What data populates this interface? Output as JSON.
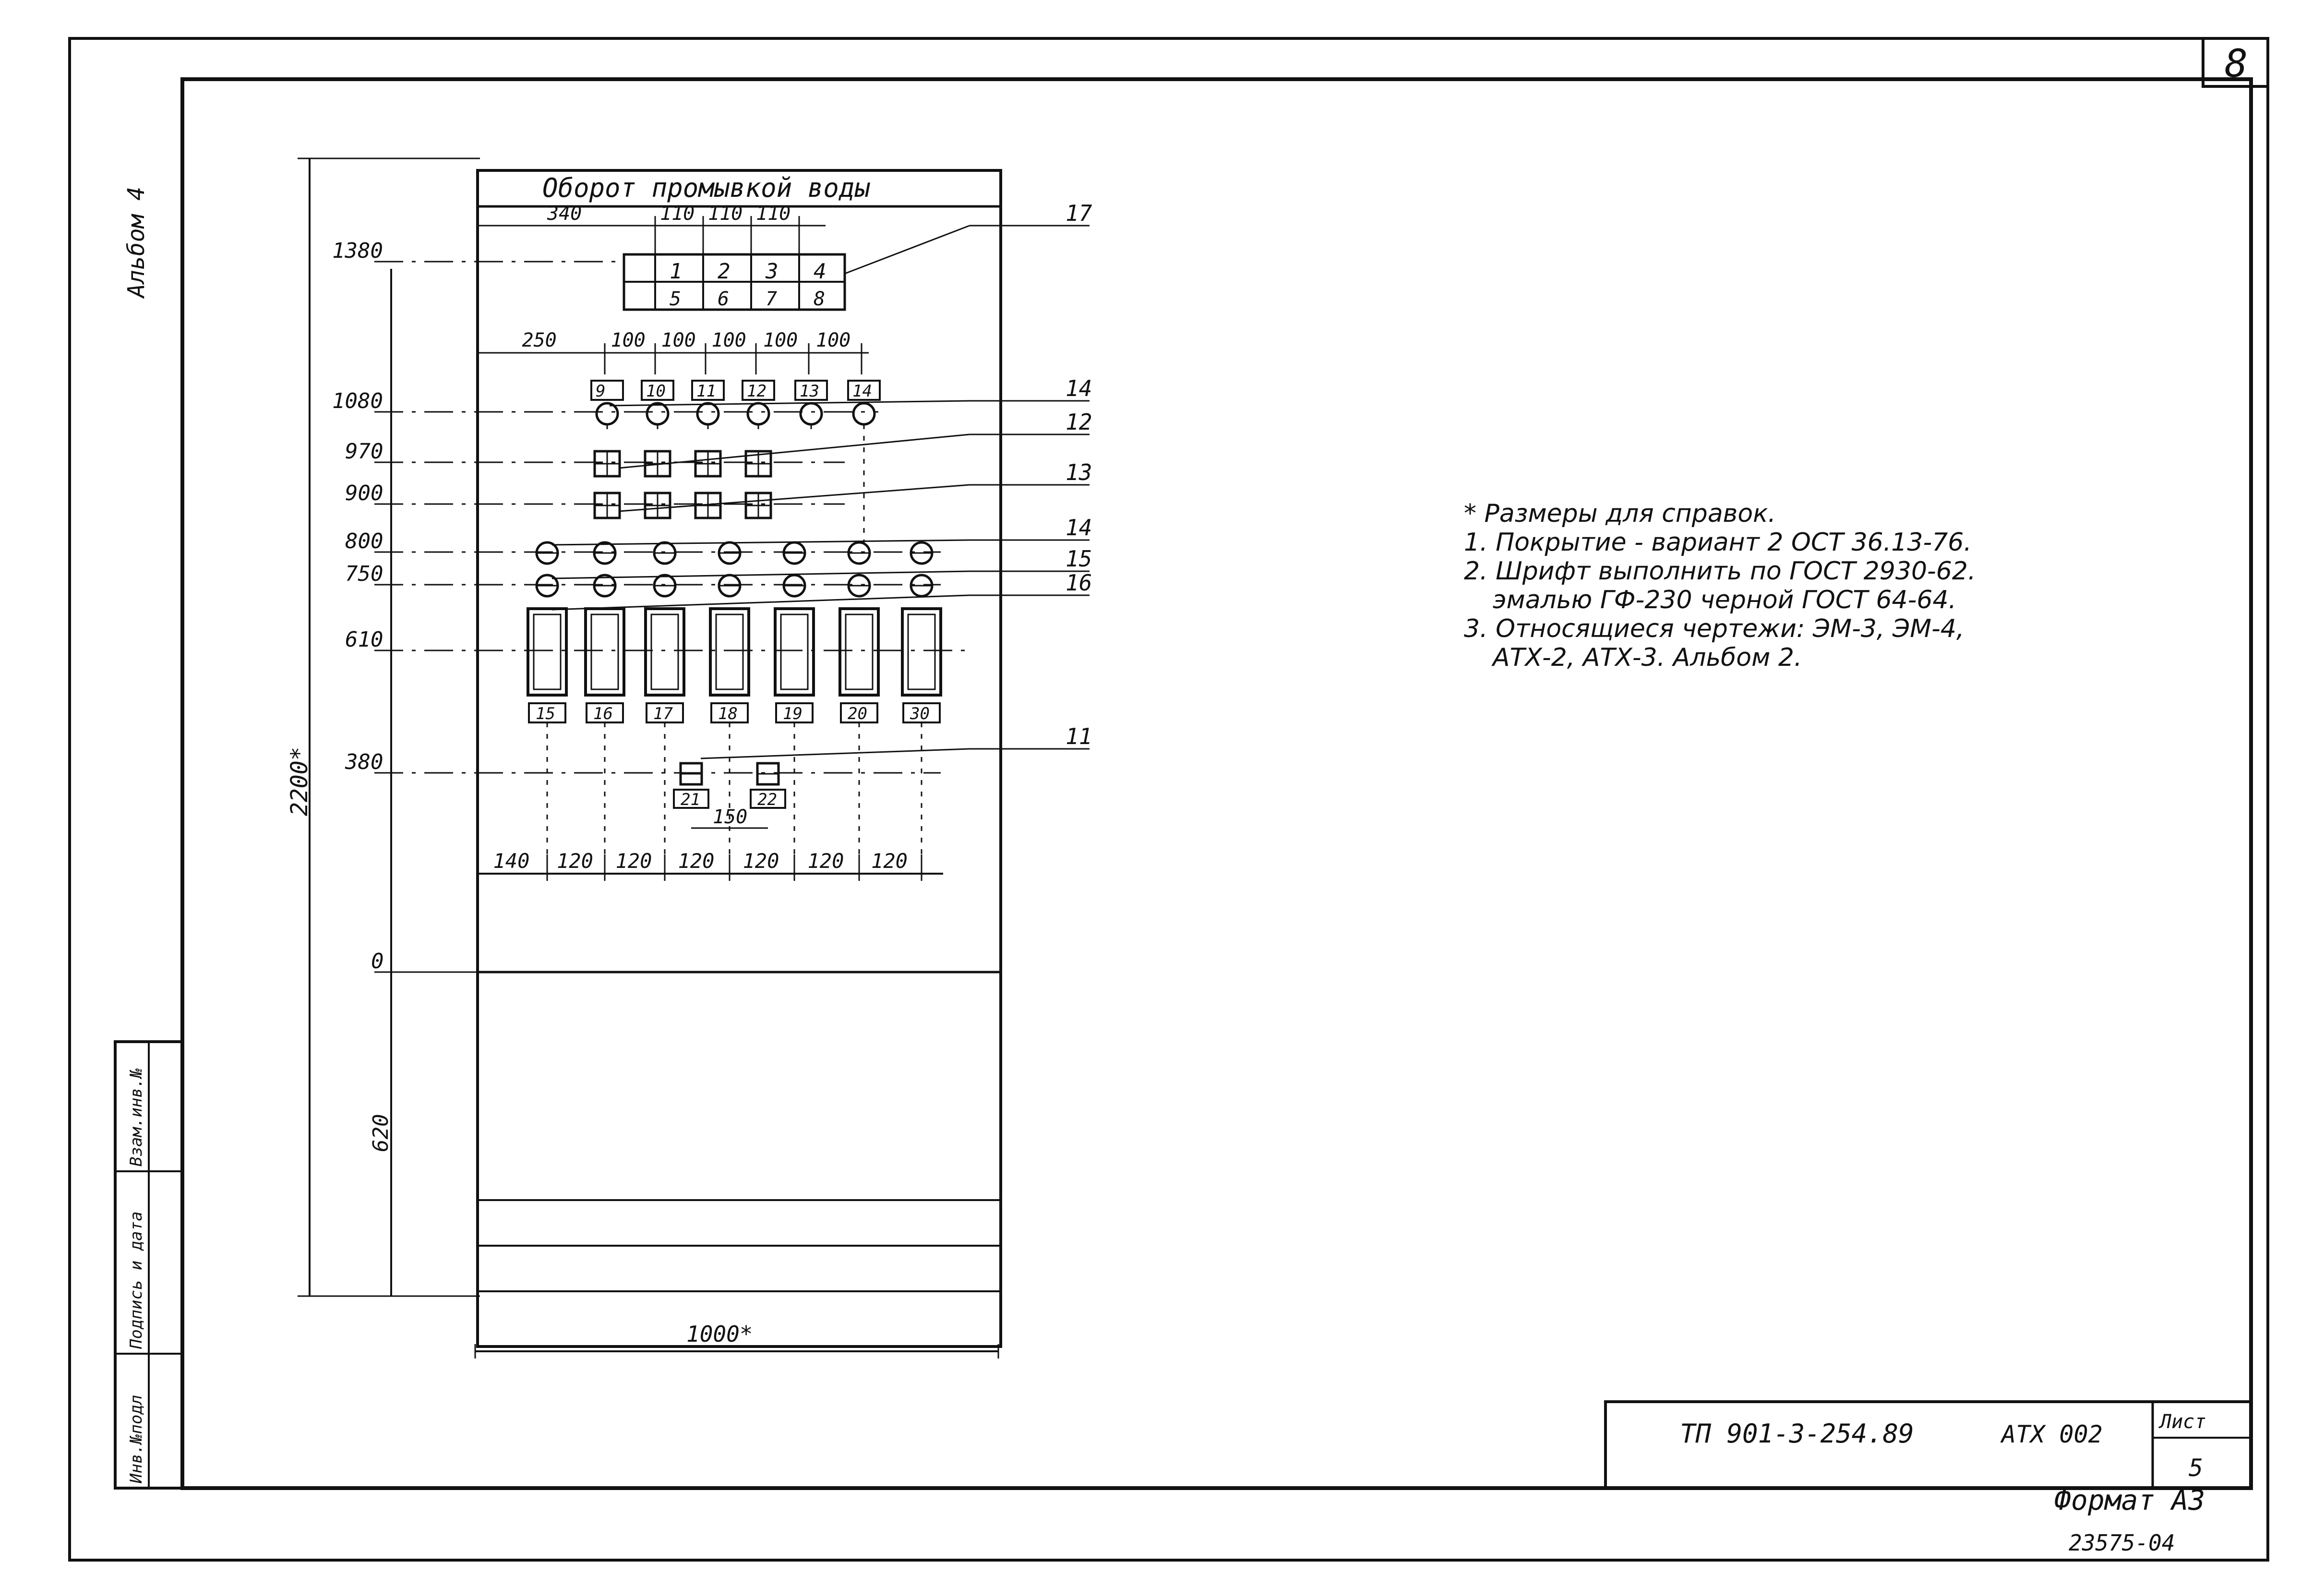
{
  "sheet_number": "8",
  "album_label": "Альбом 4",
  "panel": {
    "title": "Оборот промывкой воды",
    "top_dims": [
      "340",
      "110",
      "110",
      "110"
    ],
    "terminal_top": [
      "1",
      "2",
      "3",
      "4"
    ],
    "terminal_bottom": [
      "5",
      "6",
      "7",
      "8"
    ],
    "mid_dims": [
      "250",
      "100",
      "100",
      "100",
      "100",
      "100"
    ],
    "tag_row1": [
      "9",
      "10",
      "11",
      "12",
      "13",
      "14"
    ],
    "tag_row2": [
      "15",
      "16",
      "17",
      "18",
      "19",
      "20",
      "30"
    ],
    "tag_row3": [
      "21",
      "22"
    ],
    "spacing_150": "150",
    "bottom_dims": [
      "140",
      "120",
      "120",
      "120",
      "120",
      "120",
      "120"
    ],
    "height_levels": [
      "1380",
      "1080",
      "970",
      "900",
      "800",
      "750",
      "610",
      "380",
      "0"
    ],
    "dim_total_height": "2200*",
    "dim_620": "620",
    "dim_width": "1000*",
    "callouts": [
      "17",
      "14",
      "12",
      "13",
      "14",
      "15",
      "16",
      "11"
    ]
  },
  "notes": {
    "header": "* Размеры для справок.",
    "items": [
      "1. Покрытие - вариант 2 ОСТ 36.13-76.",
      "2. Шрифт выполнить по ГОСТ 2930-62.",
      "эмалью ГФ-230 черной ГОСТ 64-64.",
      "3. Относящиеся чертежи: ЭМ-3, ЭМ-4,",
      "АТХ-2, АТХ-3.      Альбом 2."
    ]
  },
  "side_stamp": [
    "Инв.№подл",
    "Подпись и дата",
    "Взам.инв.№"
  ],
  "title_block": {
    "code": "ТП 901-3-254.89",
    "mark": "АТХ 002",
    "sheet_label": "Лист",
    "sheet_value": "5",
    "format": "Формат А3",
    "archive": "23575-04"
  }
}
